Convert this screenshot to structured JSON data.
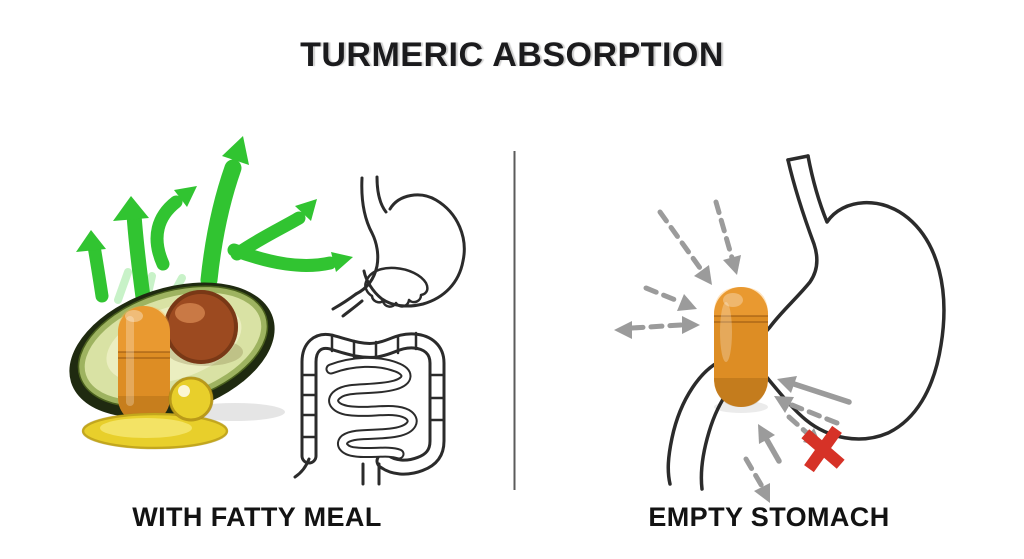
{
  "title": "TURMERIC ABSORPTION",
  "panels": {
    "left": {
      "label": "WITH FATTY MEAL",
      "illustration": [
        "green-rising-arrows-icon",
        "avocado-half-icon",
        "turmeric-capsule-icon",
        "oil-droplet-icon",
        "oil-puddle-icon",
        "digestive-tract-outline-icon"
      ]
    },
    "right": {
      "label": "EMPTY STOMACH",
      "illustration": [
        "stomach-outline-icon",
        "turmeric-capsule-icon",
        "gray-dashed-arrows-icon",
        "red-x-icon"
      ]
    }
  },
  "colors": {
    "background": "#ffffff",
    "title_text": "#1b1b1d",
    "label_text": "#131313",
    "divider": "#3f3f3f",
    "arrow_green": "#31c431",
    "arrow_gray": "#9b9b9b",
    "outline_dark": "#2b2b2b",
    "capsule_orange": "#dd8d24",
    "avocado_skin": "#1f2a10",
    "avocado_flesh": "#d9e2a4",
    "avocado_pit": "#9c4a20",
    "oil_yellow": "#e8cf2b",
    "red_x": "#d63227"
  }
}
